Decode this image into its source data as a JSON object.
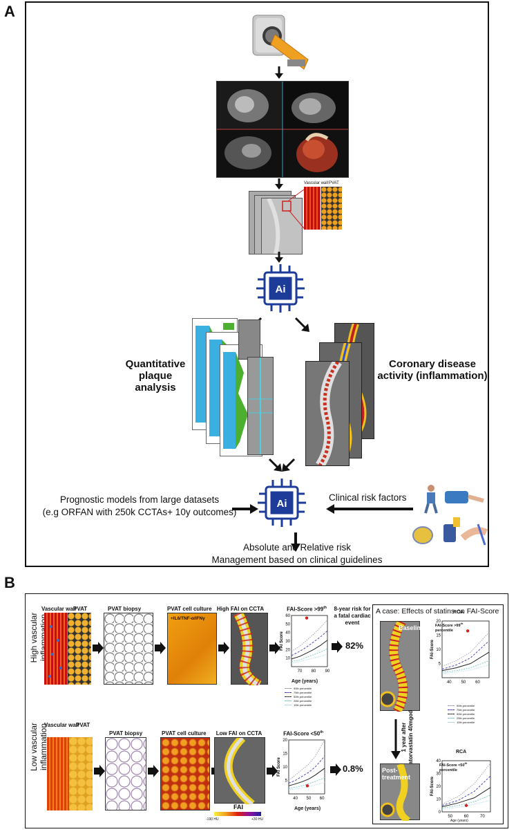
{
  "panelA": {
    "letter": "A",
    "scan_labels": {
      "vascular_wall": "Vascular wall",
      "pvat": "PVAT"
    },
    "quant_label_1": "Quantitative",
    "quant_label_2": "plaque analysis",
    "coronary_label_1": "Coronary disease",
    "coronary_label_2": "activity (inflammation)",
    "ai_label": "Ai",
    "prognostic_1": "Prognostic models from large datasets",
    "prognostic_2": "(e.g ORFAN with 250k CCTAs+ 10y outcomes)",
    "clinical_risk": "Clinical risk factors",
    "outcome_1": "Absolute and Relative risk",
    "outcome_2": "Management based on clinical guidelines"
  },
  "panelB": {
    "letter": "B",
    "high_row_label": "High vascular inflammation",
    "low_row_label": "Low vascular inflammation",
    "vascular_wall": "Vascular wall",
    "pvat": "PVAT",
    "pvat_biopsy": "PVAT biopsy",
    "pvat_culture": "PVAT cell culture",
    "culture_note": "+IL6/TNF-α/IFNγ",
    "high_fai": "High FAI on CCTA",
    "low_fai": "Low FAI on CCTA",
    "high_score_title": "FAI-Score >99",
    "high_score_sup": "th",
    "low_score_title": "FAI-Score <50",
    "low_score_sup": "th",
    "risk_title_1": "8-year risk for",
    "risk_title_2": "a fatal cardiac",
    "risk_title_3": "event",
    "high_risk_value": "82%",
    "low_risk_value": "0.8%",
    "fai_label": "FAI",
    "fai_scale_left": "-190 HU",
    "fai_scale_right": "+30 HU",
    "y_axis": "FAI Score",
    "x_axis": "Age (years)",
    "legend": [
      "90th percentile",
      "75th percentile",
      "50th percentile",
      "25th percentile",
      "10th percentile"
    ]
  },
  "case": {
    "title": "A case: Effects of statins on FAI-Score",
    "baseline": "Baseline",
    "post": "Post-treatment",
    "between_1": "1 year after",
    "between_2": "atorvastatin 40mgod",
    "rca": "RCA",
    "top_note": "FAI-Score >99",
    "top_note_sup": "th",
    "top_note_2": "percentile",
    "bottom_note": "FAI-Score <50",
    "bottom_note_sup": "th",
    "bottom_note_2": "percentile",
    "y_axis": "FAI-Score",
    "x_axis": "Age (years)"
  },
  "chart_data": [
    {
      "type": "line",
      "title": "FAI-Score >99th",
      "xlabel": "Age (years)",
      "ylabel": "FAI Score",
      "xlim": [
        64,
        90
      ],
      "ylim": [
        0,
        60
      ],
      "x_ticks": [
        70,
        80,
        90
      ],
      "y_ticks": [
        10,
        20,
        30,
        40,
        50,
        60
      ],
      "x": [
        64,
        70,
        75,
        80,
        85,
        90
      ],
      "series": [
        {
          "name": "90th percentile",
          "values": [
            18,
            24,
            31,
            38,
            46,
            55
          ]
        },
        {
          "name": "75th percentile",
          "values": [
            13,
            18,
            23,
            29,
            35,
            42
          ]
        },
        {
          "name": "50th percentile",
          "values": [
            9,
            12,
            16,
            20,
            25,
            31
          ]
        },
        {
          "name": "25th percentile",
          "values": [
            6,
            8,
            11,
            14,
            17,
            21
          ]
        },
        {
          "name": "10th percentile",
          "values": [
            4,
            6,
            8,
            10,
            12,
            15
          ]
        }
      ],
      "marker": {
        "x": 75,
        "y": 57,
        "color": "#d42020"
      }
    },
    {
      "type": "line",
      "title": "FAI-Score <50th",
      "xlabel": "Age (years)",
      "ylabel": "FAI Score",
      "xlim": [
        35,
        62
      ],
      "ylim": [
        0,
        20
      ],
      "x_ticks": [
        40,
        50,
        60
      ],
      "y_ticks": [
        5,
        10,
        15,
        20
      ],
      "x": [
        35,
        40,
        45,
        50,
        55,
        62
      ],
      "series": [
        {
          "name": "90th percentile",
          "values": [
            5,
            7,
            9,
            11,
            14,
            20
          ]
        },
        {
          "name": "75th percentile",
          "values": [
            4,
            5,
            6.5,
            8,
            10,
            14
          ]
        },
        {
          "name": "50th percentile",
          "values": [
            3,
            3.7,
            4.5,
            5.5,
            7,
            9.5
          ]
        },
        {
          "name": "25th percentile",
          "values": [
            2,
            2.5,
            3,
            3.8,
            4.6,
            6
          ]
        },
        {
          "name": "10th percentile",
          "values": [
            1.5,
            1.8,
            2.2,
            2.7,
            3.3,
            4.3
          ]
        }
      ],
      "marker": {
        "x": 49,
        "y": 3,
        "color": "#d42020"
      }
    },
    {
      "type": "line",
      "title": "RCA",
      "xlabel": "",
      "ylabel": "FAI-Score",
      "xlim": [
        35,
        68
      ],
      "ylim": [
        0,
        20
      ],
      "x_ticks": [
        40,
        50,
        60
      ],
      "y_ticks": [
        5,
        10,
        15,
        20
      ],
      "x": [
        35,
        45,
        55,
        68
      ],
      "series": [
        {
          "name": "90th percentile",
          "values": [
            4,
            6,
            9,
            16
          ]
        },
        {
          "name": "75th percentile",
          "values": [
            3,
            4.5,
            7,
            13
          ]
        },
        {
          "name": "50th percentile",
          "values": [
            2.5,
            3.5,
            5,
            9
          ]
        },
        {
          "name": "25th percentile",
          "values": [
            2,
            2.5,
            3.5,
            6
          ]
        },
        {
          "name": "10th percentile",
          "values": [
            1.5,
            2,
            2.7,
            4.5
          ]
        }
      ],
      "marker": {
        "x": 53,
        "y": 16.5,
        "color": "#d42020"
      }
    },
    {
      "type": "line",
      "title": "RCA",
      "xlabel": "Age (years)",
      "ylabel": "FAI-Score",
      "xlim": [
        45,
        75
      ],
      "ylim": [
        0,
        40
      ],
      "x_ticks": [
        50,
        60,
        70
      ],
      "y_ticks": [
        0,
        10,
        20,
        30,
        40
      ],
      "x": [
        45,
        55,
        65,
        75
      ],
      "series": [
        {
          "name": "90th percentile",
          "values": [
            6,
            12,
            22,
            38
          ]
        },
        {
          "name": "75th percentile",
          "values": [
            5,
            9,
            16,
            28
          ]
        },
        {
          "name": "50th percentile",
          "values": [
            4,
            7,
            11,
            19
          ]
        },
        {
          "name": "25th percentile",
          "values": [
            3,
            5,
            8,
            13
          ]
        },
        {
          "name": "10th percentile",
          "values": [
            2,
            3.5,
            6,
            9
          ]
        }
      ],
      "marker": {
        "x": 60,
        "y": 5,
        "color": "#d42020"
      }
    }
  ],
  "colors": {
    "ai_blue": "#1d3c9a",
    "p90": "#9a9ab0",
    "p75": "#3a3ab8",
    "p50": "#222222",
    "p25": "#7dc6c6",
    "p10": "#9ad6e6"
  }
}
